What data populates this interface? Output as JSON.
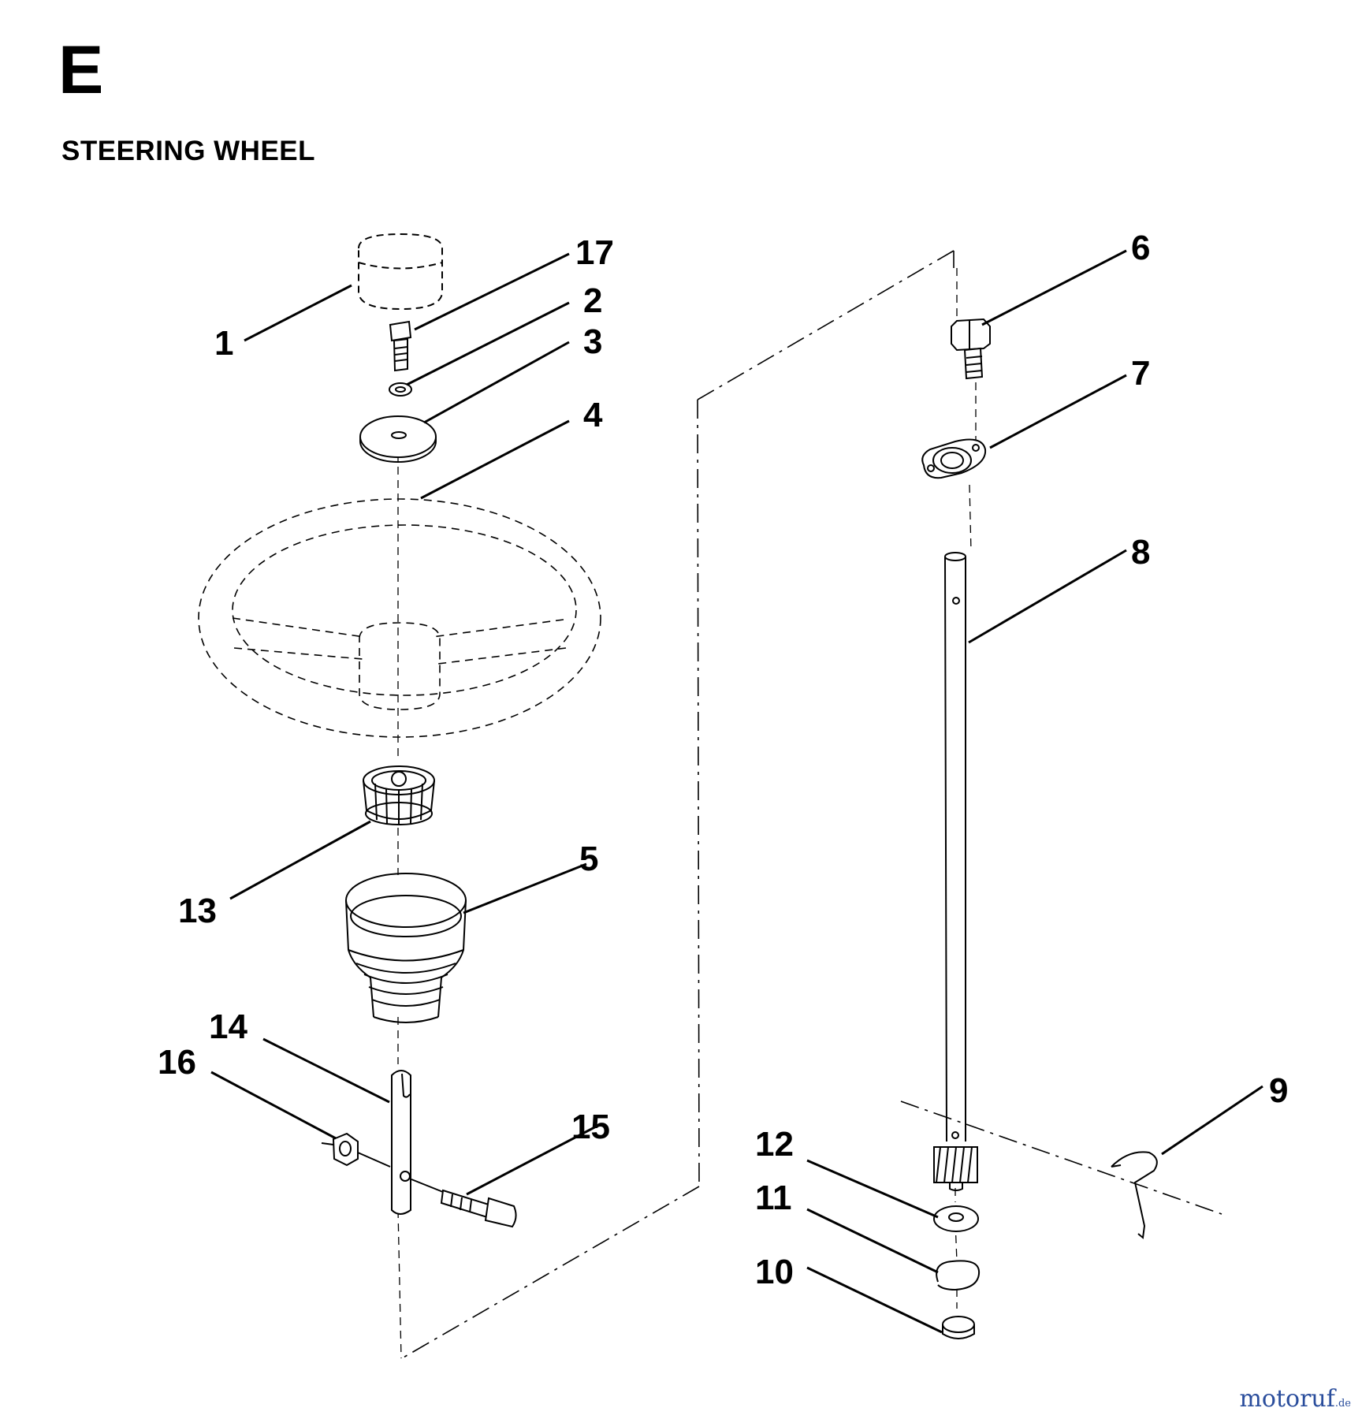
{
  "section_letter": "E",
  "title": "STEERING WHEEL",
  "callouts": {
    "c1": "1",
    "c2": "2",
    "c3": "3",
    "c4": "4",
    "c5": "5",
    "c6": "6",
    "c7": "7",
    "c8": "8",
    "c9": "9",
    "c10": "10",
    "c11": "11",
    "c12": "12",
    "c13": "13",
    "c14": "14",
    "c15": "15",
    "c16": "16",
    "c17": "17"
  },
  "watermark": {
    "name": "motoruf",
    "tld": ".de"
  },
  "colors": {
    "ink": "#000000",
    "watermark": "#2a4d9c"
  }
}
